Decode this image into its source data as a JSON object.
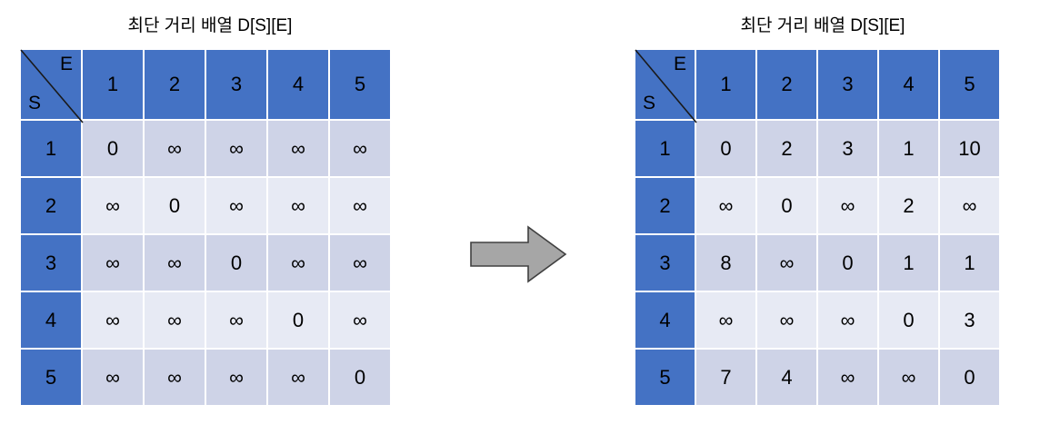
{
  "page": {
    "background": "#ffffff",
    "header_color": "#4472c4",
    "cell_color_odd": "#ced3e7",
    "cell_color_even": "#e7eaf4",
    "arrow_fill": "#a6a6a6",
    "arrow_stroke": "#404040"
  },
  "corner": {
    "row_label": "S",
    "col_label": "E",
    "diagonal_icon": "diagonal-split-line"
  },
  "arrow": {
    "icon": "right-block-arrow-icon",
    "direction": "right"
  },
  "left_matrix": {
    "title": "최단 거리 배열 D[S][E]",
    "column_headers": [
      "1",
      "2",
      "3",
      "4",
      "5"
    ],
    "row_headers": [
      "1",
      "2",
      "3",
      "4",
      "5"
    ],
    "rows": [
      [
        "0",
        "∞",
        "∞",
        "∞",
        "∞"
      ],
      [
        "∞",
        "0",
        "∞",
        "∞",
        "∞"
      ],
      [
        "∞",
        "∞",
        "0",
        "∞",
        "∞"
      ],
      [
        "∞",
        "∞",
        "∞",
        "0",
        "∞"
      ],
      [
        "∞",
        "∞",
        "∞",
        "∞",
        "0"
      ]
    ]
  },
  "right_matrix": {
    "title": "최단 거리 배열 D[S][E]",
    "column_headers": [
      "1",
      "2",
      "3",
      "4",
      "5"
    ],
    "row_headers": [
      "1",
      "2",
      "3",
      "4",
      "5"
    ],
    "rows": [
      [
        "0",
        "2",
        "3",
        "1",
        "10"
      ],
      [
        "∞",
        "0",
        "∞",
        "2",
        "∞"
      ],
      [
        "8",
        "∞",
        "0",
        "1",
        "1"
      ],
      [
        "∞",
        "∞",
        "∞",
        "0",
        "3"
      ],
      [
        "7",
        "4",
        "∞",
        "∞",
        "0"
      ]
    ]
  }
}
